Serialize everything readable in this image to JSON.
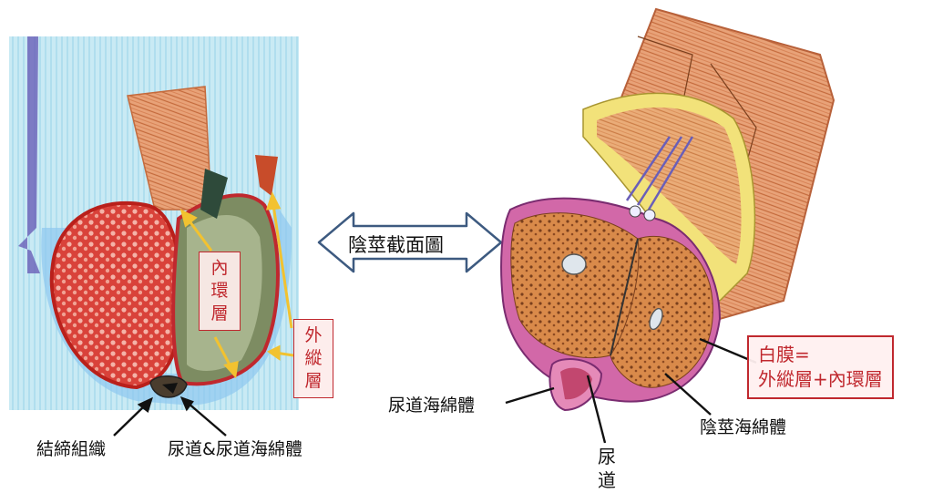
{
  "center_arrow": {
    "label": "陰莖截面圖"
  },
  "left_labels": {
    "inner_layer": "內\n環\n層",
    "outer_layer": "外\n縱\n層",
    "connective_tissue": "結締組織",
    "urethra_and_spongiosum": "尿道&尿道海綿體"
  },
  "right_labels": {
    "tunica": "白膜=\n外縱層+內環層",
    "spongiosum": "尿道海綿體",
    "urethra": "尿\n道",
    "cavernosum": "陰莖海綿體"
  },
  "colors": {
    "label_red": "#c0282e",
    "arrow_yellow": "#f2c230",
    "arrow_outline": "#3d5a80"
  }
}
